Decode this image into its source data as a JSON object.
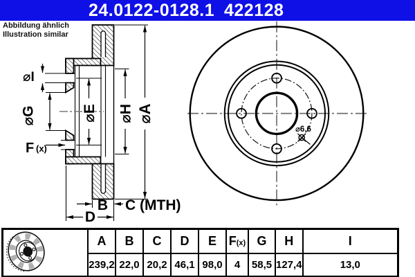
{
  "header": {
    "part_number": "24.0122-0128.1",
    "reference_number": "422128",
    "bg_color": "#0f10e6",
    "text_color": "#ffffff"
  },
  "note": {
    "line1": "Abbildung ähnlich",
    "line2": "Illustration similar"
  },
  "section_view": {
    "dims": {
      "i": "⌀I",
      "g": "⌀G",
      "e": "⌀E",
      "h": "⌀H",
      "a": "⌀A",
      "f": "F",
      "fx": "(x)",
      "b": "B",
      "c": "C (MTH)",
      "d": "D"
    }
  },
  "front_view": {
    "hole_label": "⌀6,6"
  },
  "table": {
    "columns": [
      {
        "label": "A",
        "suffix": "",
        "value": "239,2"
      },
      {
        "label": "B",
        "suffix": "",
        "value": "22,0"
      },
      {
        "label": "C",
        "suffix": "",
        "value": "20,2"
      },
      {
        "label": "D",
        "suffix": "",
        "value": "46,1"
      },
      {
        "label": "E",
        "suffix": "",
        "value": "98,0"
      },
      {
        "label": "F",
        "suffix": "(x)",
        "value": "4"
      },
      {
        "label": "G",
        "suffix": "",
        "value": "58,5"
      },
      {
        "label": "H",
        "suffix": "",
        "value": "127,4"
      },
      {
        "label": "I",
        "suffix": "",
        "value": "13,0"
      }
    ]
  },
  "colors": {
    "header_bg": "#0f10e6",
    "header_text": "#ffffff",
    "line": "#000000",
    "centerline": "#787878"
  }
}
